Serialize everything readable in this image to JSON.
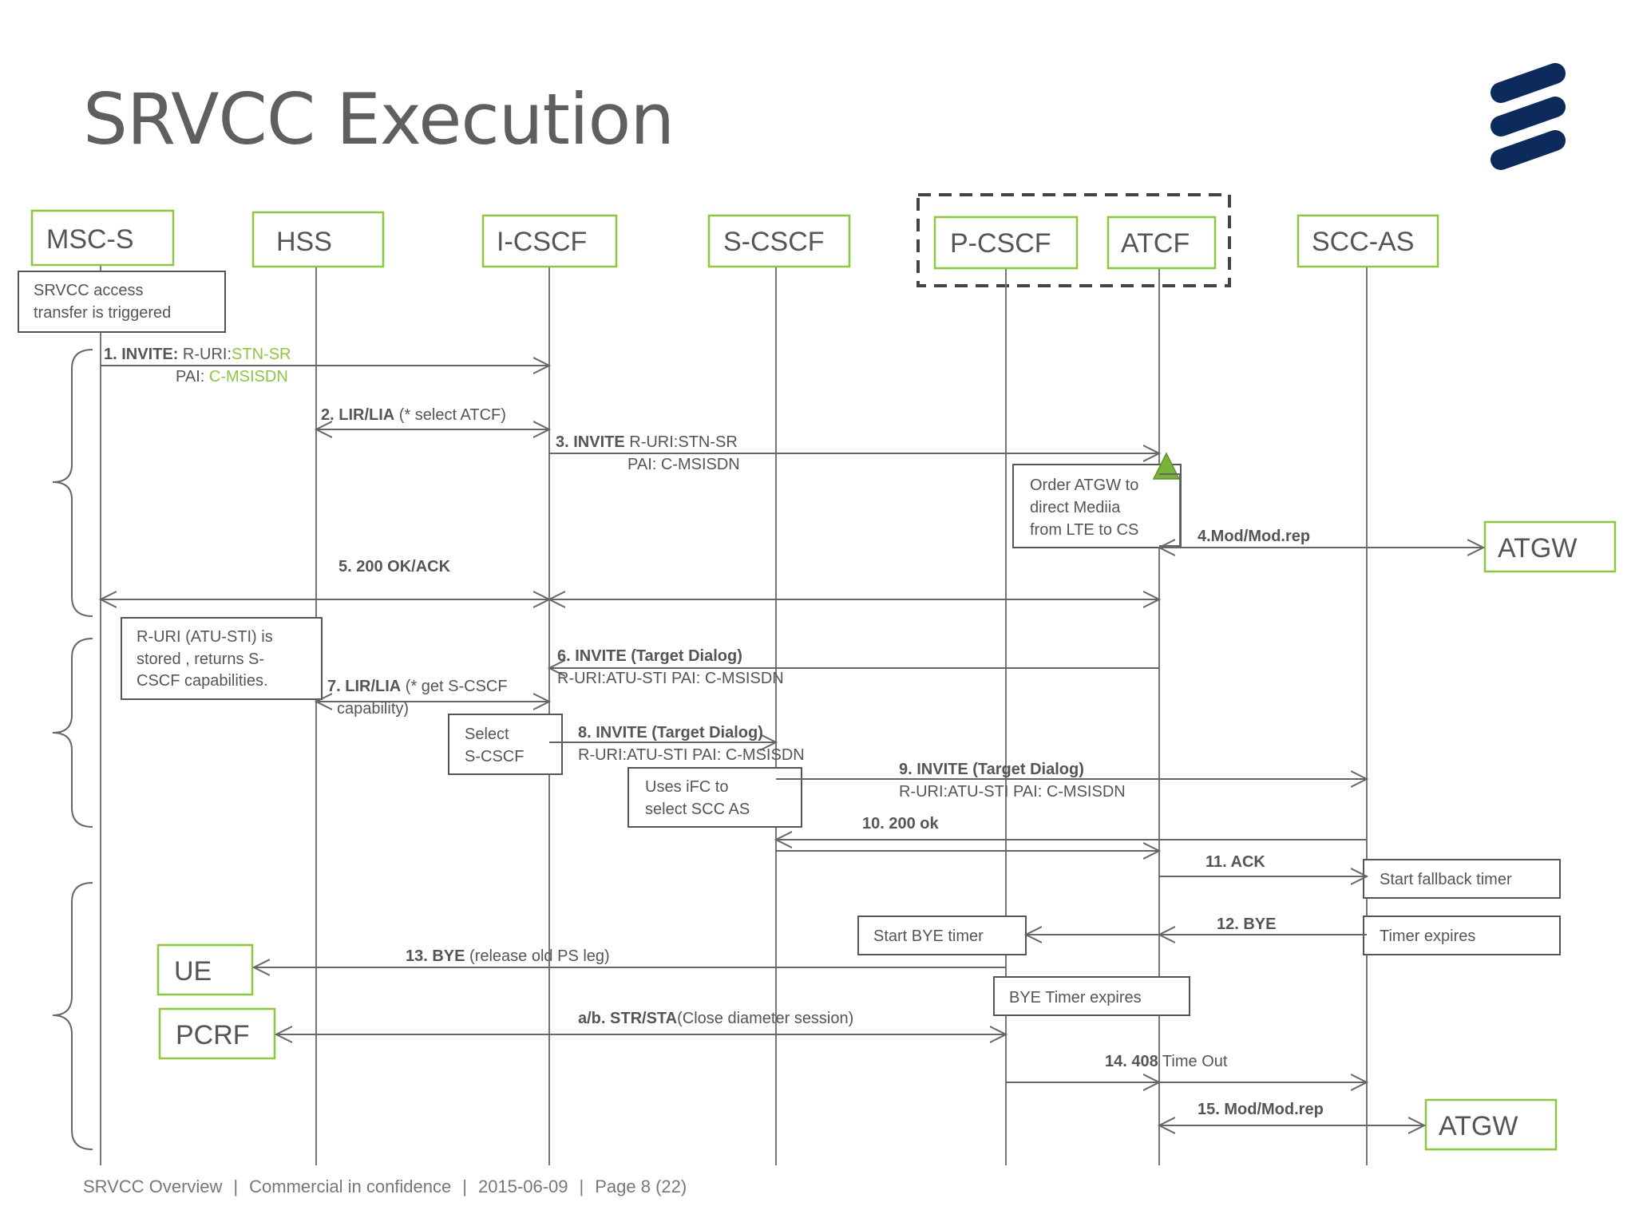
{
  "title": "SRVCC Execution",
  "colors": {
    "entity_border": "#8dc63f",
    "accent_green": "#8dc63f",
    "logo": "#0c2a5b",
    "lines": "#666666"
  },
  "entities": {
    "msc_s": "MSC-S",
    "hss": "HSS",
    "i_cscf": "I-CSCF",
    "s_cscf": "S-CSCF",
    "p_cscf": "P-CSCF",
    "atcf": "ATCF",
    "scc_as": "SCC-AS",
    "atgw_1": "ATGW",
    "atgw_2": "ATGW",
    "ue": "UE",
    "pcrf": "PCRF"
  },
  "notes": {
    "srvcc_triggered": [
      "SRVCC  access",
      "transfer is triggered"
    ],
    "order_atgw": [
      "Order ATGW  to",
      "direct Mediia",
      "from LTE  to CS"
    ],
    "r_uri_stored": [
      "R-URI  (ATU-STI)  is",
      "stored , returns S-",
      "CSCF  capabilities."
    ],
    "select_scscf": [
      "Select",
      "S-CSCF"
    ],
    "uses_ifc": [
      "Uses iFC  to",
      "select  SCC  AS"
    ],
    "start_fallback": "Start  fallback  timer",
    "start_bye": "Start BYE  timer",
    "timer_expires": "Timer  expires",
    "bye_timer_expires": "BYE Timer  expires"
  },
  "messages": {
    "m1": {
      "bold": "1. INVITE:",
      "text": " R-URI:",
      "green": "STN-SR",
      "line2_text": "PAI:  ",
      "line2_green": "C-MSISDN"
    },
    "m2": {
      "bold": "2. LIR/LIA",
      "text": "  (* select  ATCF)"
    },
    "m3": {
      "bold": "3. INVITE",
      "text": "  R-URI:STN-SR",
      "line2": "PAI:  C-MSISDN"
    },
    "m4": {
      "bold": "4.Mod/Mod.rep"
    },
    "m5": {
      "bold": "5. 200 OK/ACK"
    },
    "m6": {
      "bold": "6. INVITE  (Target Dialog)",
      "line2": "R-URI:ATU-STI   PAI:  C-MSISDN"
    },
    "m7": {
      "bold": "7. LIR/LIA",
      "text": " (* get S-CSCF",
      "line2": "capability)"
    },
    "m8": {
      "bold": "8. INVITE  (Target Dialog)",
      "line2": "R-URI:ATU-STI   PAI:  C-MSISDN"
    },
    "m9": {
      "bold": "9. INVITE  (Target Dialog)",
      "line2": "R-URI:ATU-STI   PAI:  C-MSISDN"
    },
    "m10": {
      "bold": "10. 200 ok"
    },
    "m11": {
      "bold": "11. ACK"
    },
    "m12": {
      "bold": "12. BYE"
    },
    "m13": {
      "bold": "13. BYE",
      "text": "  (release  old  PS  leg)"
    },
    "ma": {
      "bold": "a/b. STR/STA",
      "text": "(Close  diameter  session)"
    },
    "m14": {
      "bold": "14. 408",
      "text": "  Time  Out"
    },
    "m15": {
      "bold": "15. Mod/Mod.rep"
    }
  },
  "footer": {
    "doc": "SRVCC Overview",
    "classification": "Commercial in confidence",
    "date": "2015-06-09",
    "page": "Page 8 (22)"
  }
}
